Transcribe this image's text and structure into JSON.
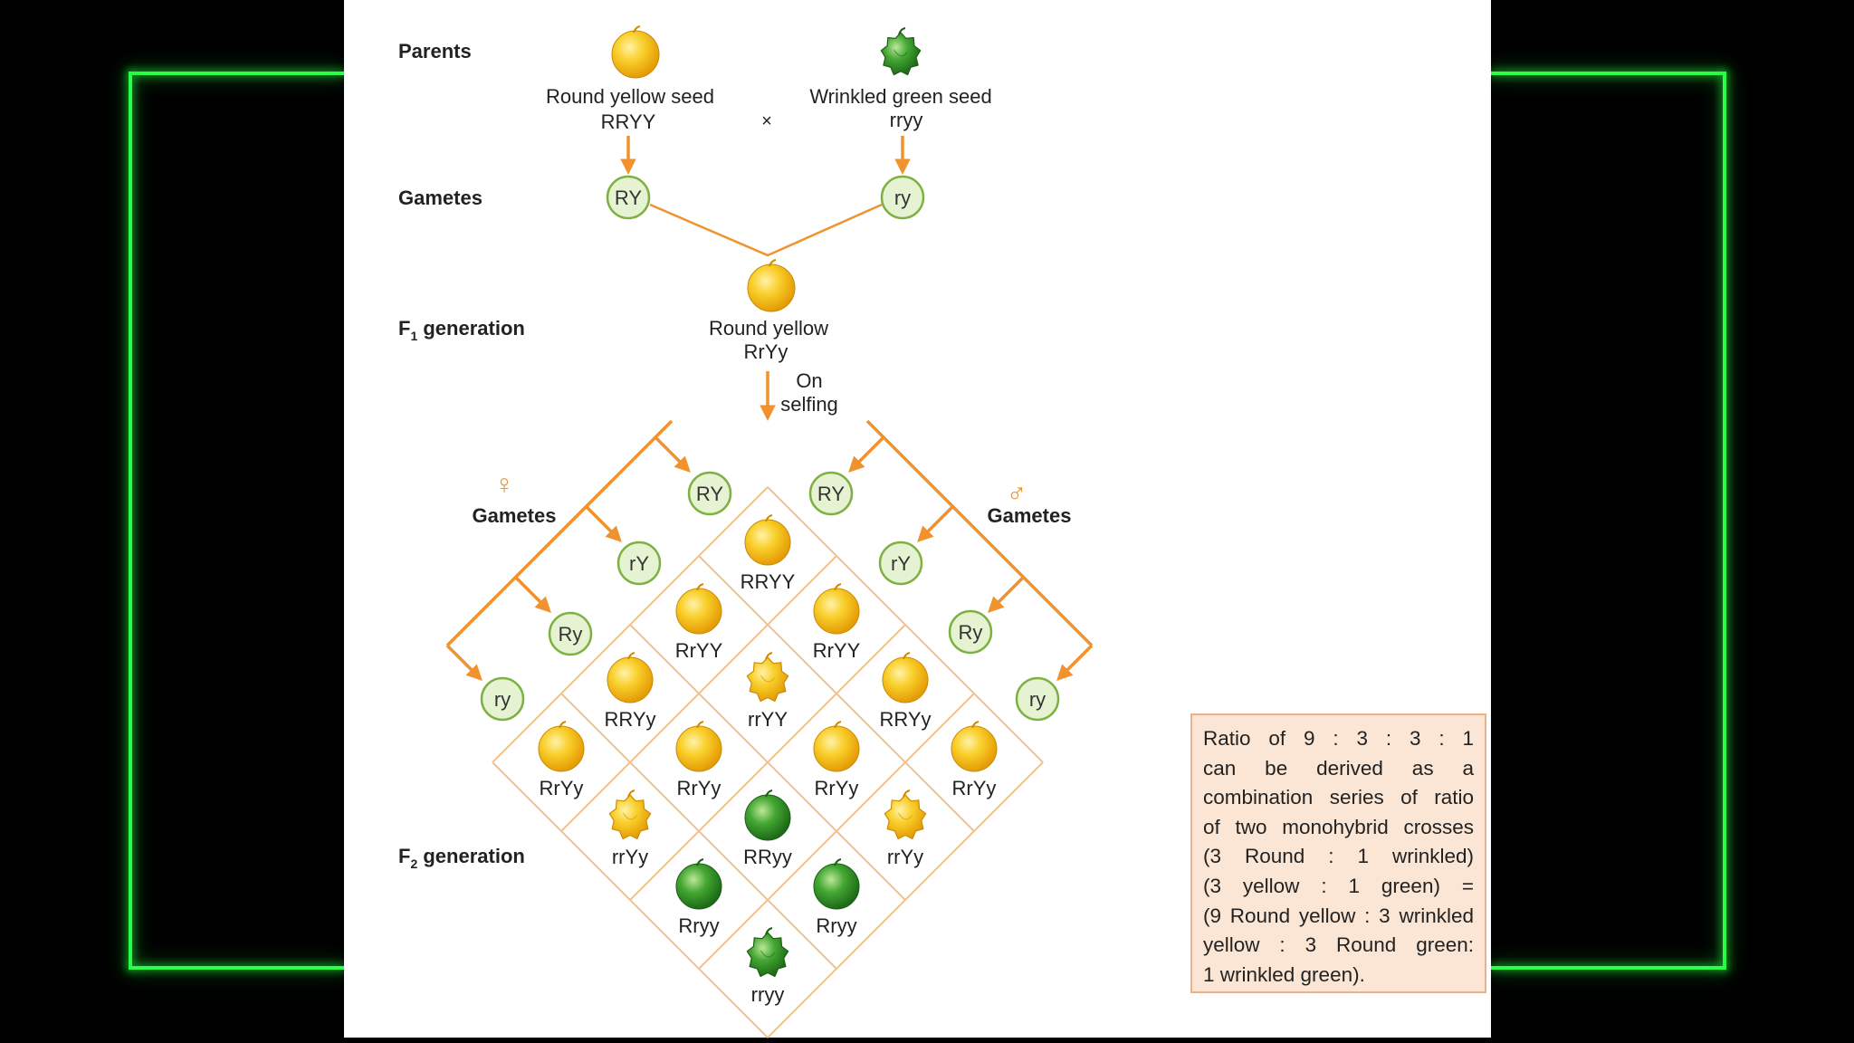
{
  "labels": {
    "parents": "Parents",
    "gametes": "Gametes",
    "f1_prefix": "F",
    "f1_sub": "1",
    "f1_suffix": " generation",
    "f2_prefix": "F",
    "f2_sub": "2",
    "f2_suffix": " generation",
    "gametes_female": "Gametes",
    "gametes_male": "Gametes",
    "female_symbol": "♀",
    "male_symbol": "♂"
  },
  "parents": {
    "left_name": "Round yellow seed",
    "left_genotype": "RRYY",
    "cross": "×",
    "right_name": "Wrinkled green seed",
    "right_genotype": "rryy"
  },
  "gametes_parent": {
    "left": "RY",
    "right": "ry"
  },
  "f1": {
    "name": "Round yellow",
    "genotype": "RrYy",
    "selfing_line1": "On",
    "selfing_line2": "selfing"
  },
  "gametes_female": [
    "RY",
    "rY",
    "Ry",
    "ry"
  ],
  "gametes_male": [
    "RY",
    "rY",
    "Ry",
    "ry"
  ],
  "f2_cells": [
    {
      "genotype": "RRYY",
      "seed": "round-yellow"
    },
    {
      "genotype": "RrYY",
      "seed": "round-yellow"
    },
    {
      "genotype": "RrYY",
      "seed": "round-yellow"
    },
    {
      "genotype": "RRYy",
      "seed": "round-yellow"
    },
    {
      "genotype": "rrYY",
      "seed": "wrinkled-yellow"
    },
    {
      "genotype": "RRYy",
      "seed": "round-yellow"
    },
    {
      "genotype": "RrYy",
      "seed": "round-yellow"
    },
    {
      "genotype": "RrYy",
      "seed": "round-yellow"
    },
    {
      "genotype": "RrYy",
      "seed": "round-yellow"
    },
    {
      "genotype": "RrYy",
      "seed": "round-yellow"
    },
    {
      "genotype": "rrYy",
      "seed": "wrinkled-yellow"
    },
    {
      "genotype": "RRyy",
      "seed": "round-green"
    },
    {
      "genotype": "rrYy",
      "seed": "wrinkled-yellow"
    },
    {
      "genotype": "Rryy",
      "seed": "round-green"
    },
    {
      "genotype": "Rryy",
      "seed": "round-green"
    },
    {
      "genotype": "rryy",
      "seed": "wrinkled-green"
    }
  ],
  "note": {
    "lines": [
      "Ratio of 9 : 3 : 3 : 1",
      "can be derived as a",
      "combination series of ratio",
      "of two monohybrid crosses",
      "(3 Round : 1 wrinkled)",
      "(3 yellow : 1 green) =",
      "(9 Round yellow : 3 wrinkled",
      "yellow : 3 Round green:",
      "1 wrinkled green)."
    ]
  },
  "colors": {
    "arrow": "#f0922e",
    "gamete_fill": "#e6f3d2",
    "gamete_stroke": "#7fb043",
    "grid_line": "#f3c08f",
    "seed_yellow": "#f7c21b",
    "seed_green": "#3a9a2c",
    "neon": "#20ff40",
    "note_bg": "#fbe6d6"
  }
}
